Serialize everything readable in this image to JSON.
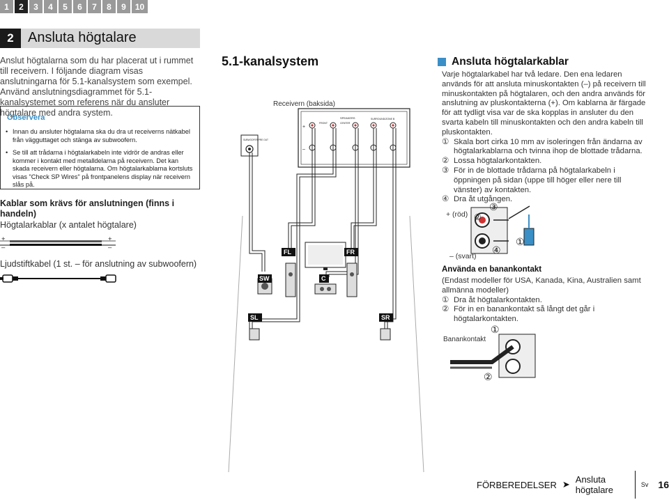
{
  "tabs": [
    "1",
    "2",
    "3",
    "4",
    "5",
    "6",
    "7",
    "8",
    "9",
    "10"
  ],
  "active_tab": "2",
  "section": {
    "number": "2",
    "title": "Ansluta högtalare"
  },
  "intro": "Anslut högtalarna som du har placerat ut i rummet till receivern. I följande diagram visas anslutningarna för 5.1-kanalsystem som exempel. Använd anslutningsdiagrammet för 5.1-kanalsystemet som referens när du ansluter högtalare med andra system.",
  "note": {
    "title": "Observera",
    "items": [
      "Innan du ansluter högtalarna ska du dra ut receiverns nätkabel från vägguttaget och stänga av subwoofern.",
      "Se till att trådarna i högtalarkabeln inte vidrör de andras eller kommer i kontakt med metalldelarna på receivern. Det kan skada receivern eller högtalarna. Om högtalarkablarna kortsluts visas \"Check SP Wires\" på frontpanelens display när receivern slås på."
    ]
  },
  "cables": {
    "title": "Kablar som krävs för anslutningen (finns i handeln)",
    "speaker_cable": "Högtalarkablar (x antalet högtalare)",
    "plus": "+",
    "minus": "–",
    "sub_cable": "Ljudstiftkabel (1 st. – för anslutning av subwoofern)"
  },
  "diagram": {
    "heading": "5.1-kanalsystem",
    "receiver_label": "Receivern (baksida)",
    "speakers_label": "SPEAKERS",
    "front_label": "FRONT",
    "center_label": "CENTER",
    "surround_label": "SURROUND/ZONE B",
    "subwoofer_pre_out": "SUBWOOFER PRE OUT",
    "speaker_tags": {
      "fl": "FL",
      "fr": "FR",
      "c": "C",
      "sw": "SW",
      "sl": "SL",
      "sr": "SR"
    }
  },
  "right": {
    "heading": "Ansluta högtalarkablar",
    "body": "Varje högtalarkabel har två ledare. Den ena ledaren används för att ansluta minuskontakten (–) på receivern till minuskontakten på högtalaren, och den andra används för anslutning av pluskontakterna (+). Om kablarna är färgade för att tydligt visa var de ska kopplas in ansluter du den svarta kabeln till minuskontakten och den andra kabeln till pluskontakten.",
    "steps": [
      {
        "n": "①",
        "text": "Skala bort cirka 10 mm av isoleringen från ändarna av högtalarkablarna och tvinna ihop de blottade trådarna."
      },
      {
        "n": "②",
        "text": "Lossa högtalarkontakten."
      },
      {
        "n": "③",
        "text": "För in de blottade trådarna på högtalarkabeln i öppningen på sidan (uppe till höger eller nere till vänster) av kontakten."
      },
      {
        "n": "④",
        "text": "Dra åt utgången."
      }
    ],
    "plus_red": "+ (röd)",
    "minus_black": "– (svart)",
    "callouts": [
      "①",
      "②",
      "③",
      "④"
    ]
  },
  "banana": {
    "heading": "Använda en banankontakt",
    "models": "(Endast modeller för USA, Kanada, Kina, Australien samt allmänna modeller)",
    "steps": [
      {
        "n": "①",
        "text": "Dra åt högtalarkontakten."
      },
      {
        "n": "②",
        "text": "För in en banankontakt så långt det går i högtalarkontakten."
      }
    ],
    "plug_label": "Banankontakt",
    "callouts": [
      "①",
      "②"
    ]
  },
  "footer": {
    "chapter": "FÖRBEREDELSER",
    "arrow": "➤",
    "topic": "Ansluta högtalare",
    "lang": "Sv",
    "page": "16"
  },
  "colors": {
    "accent": "#3a8fc7",
    "tab_active": "#222222",
    "tab_inactive": "#9a9a9a",
    "tag_bg": "#111111"
  }
}
